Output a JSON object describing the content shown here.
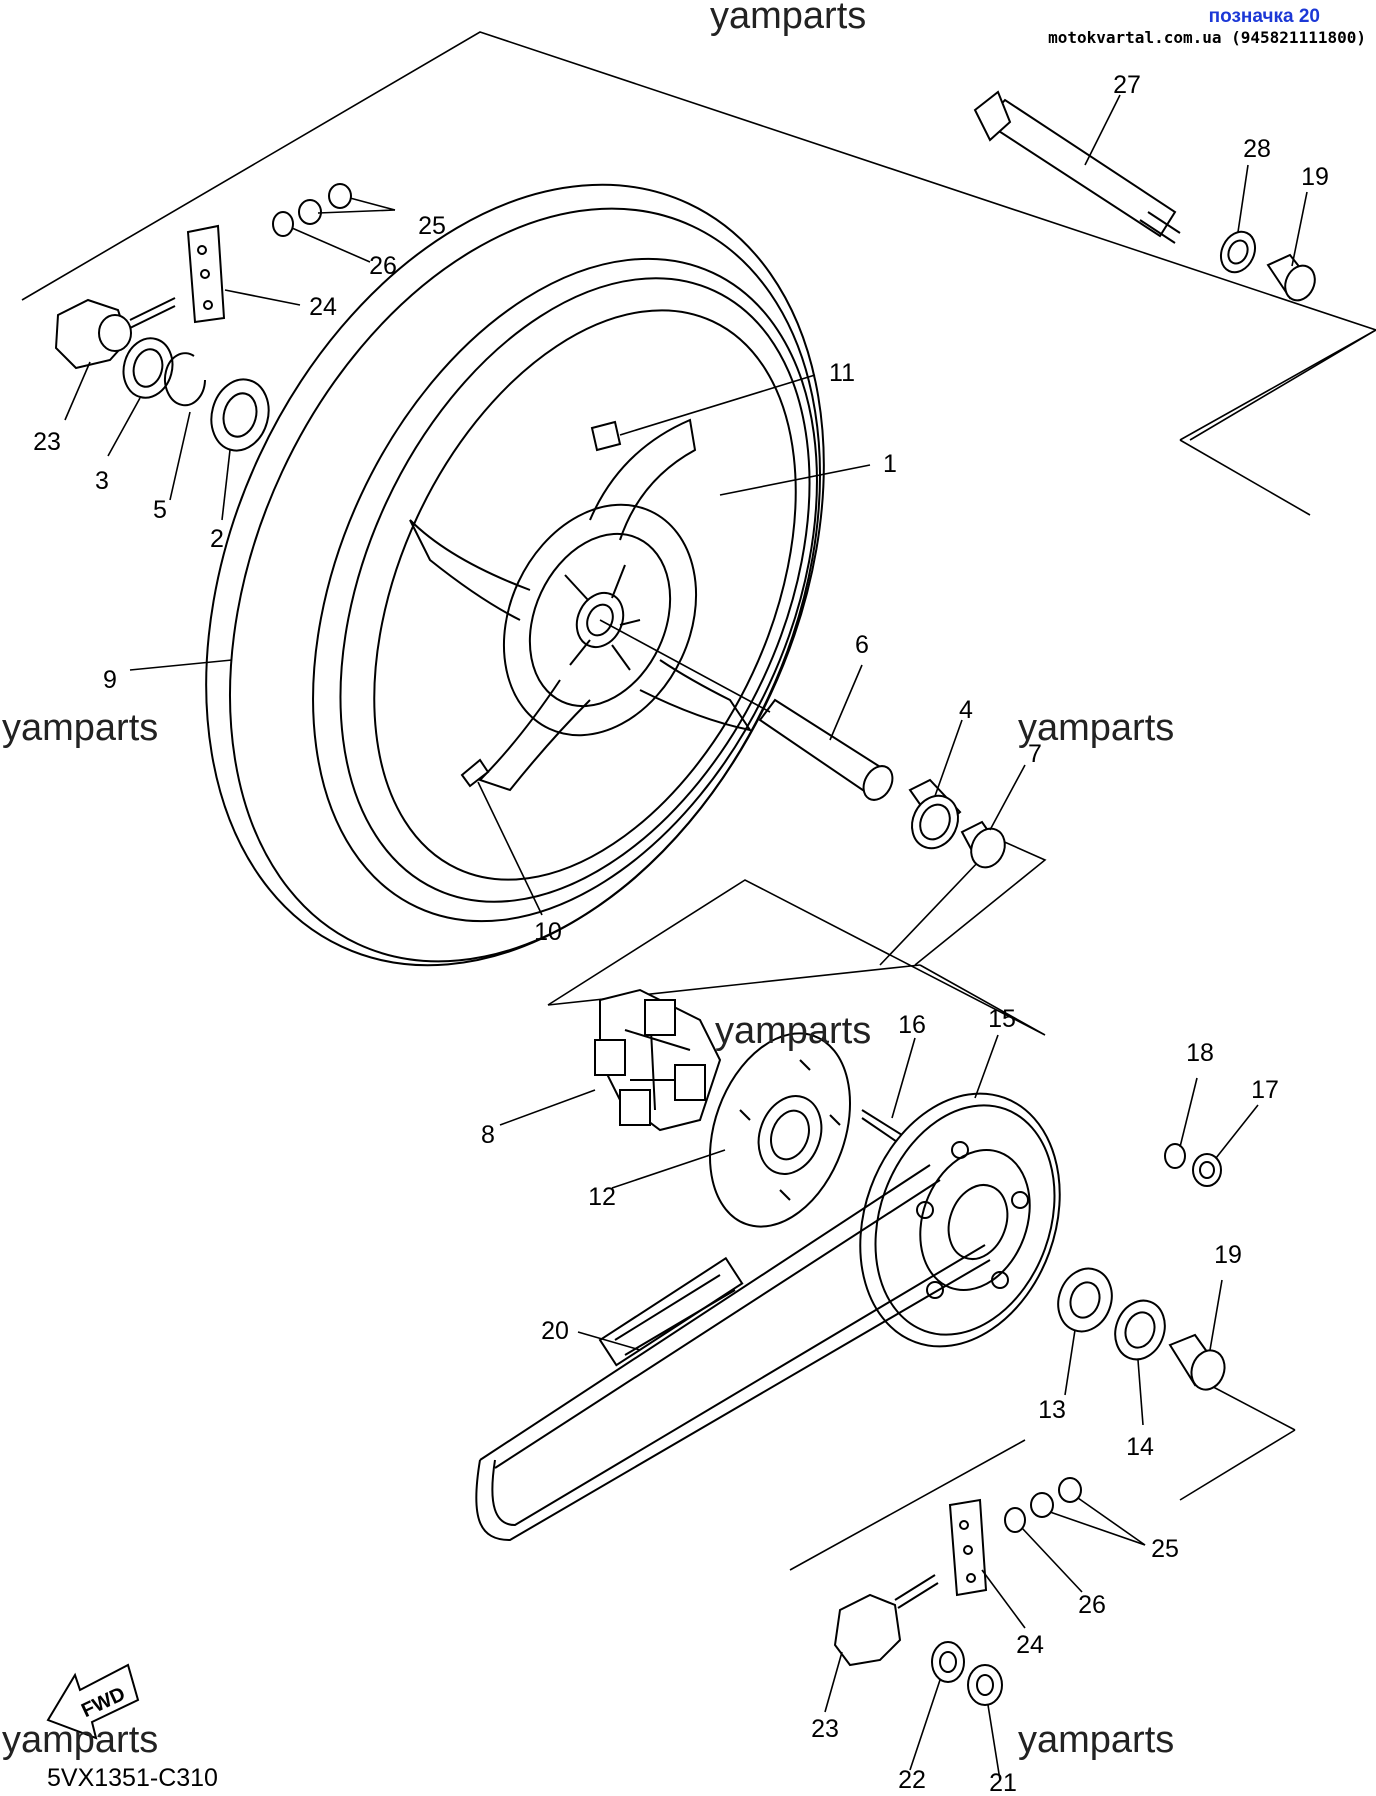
{
  "header": {
    "label": "позначка 20",
    "site": "motokvartal.com.ua (945821111800)"
  },
  "watermarks": [
    "yamparts",
    "yamparts",
    "yamparts",
    "yamparts",
    "yamparts",
    "yamparts"
  ],
  "diagram_code": "5VX1351-C310",
  "fwd_label": "FWD",
  "callouts": [
    "27",
    "28",
    "19",
    "25",
    "26",
    "24",
    "23",
    "3",
    "5",
    "2",
    "11",
    "1",
    "9",
    "6",
    "4",
    "7",
    "10",
    "16",
    "15",
    "18",
    "17",
    "8",
    "12",
    "19",
    "20",
    "13",
    "14",
    "25",
    "26",
    "24",
    "23",
    "22",
    "21"
  ],
  "colors": {
    "header_label": "#1c38d6",
    "ink": "#000000",
    "background": "#ffffff"
  }
}
